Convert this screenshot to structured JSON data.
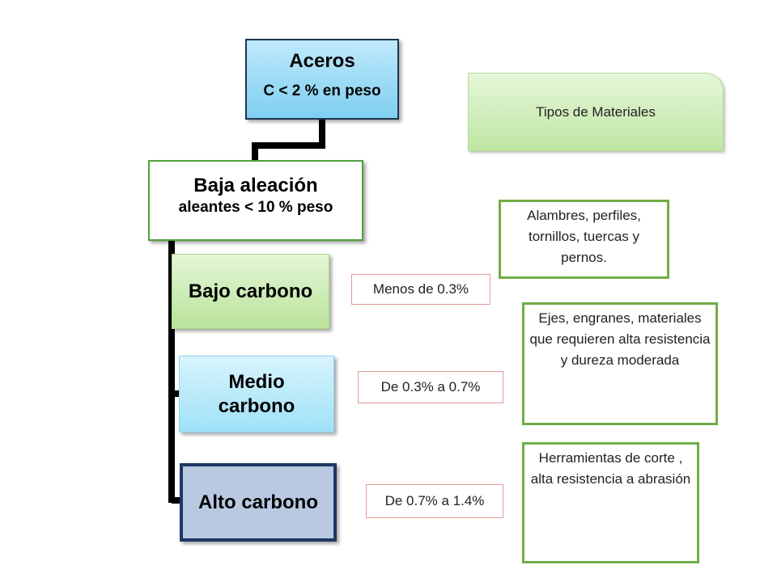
{
  "root": {
    "title": "Aceros",
    "subtitle": "C < 2 % en peso"
  },
  "level2": {
    "title": "Baja aleación",
    "subtitle": "aleantes < 10 % peso"
  },
  "children": [
    {
      "label": "Bajo carbono",
      "range": "Menos de 0.3%",
      "uses": "Alambres, perfiles, tornillos, tuercas y pernos."
    },
    {
      "label": "Medio carbono",
      "range": "De  0.3% a 0.7%",
      "uses": "Ejes, engranes, materiales que requieren alta resistencia y dureza moderada"
    },
    {
      "label": "Alto carbono",
      "range": "De 0.7% a 1.4%",
      "uses": "Herramientas de corte , alta resistencia  a abrasión"
    }
  ],
  "tag": "Tipos de Materiales",
  "colors": {
    "connector": "#000000",
    "root_fill": "#8fd6f3",
    "alto_border": "#1f3864",
    "green_border": "#70ad47",
    "red_border": "#e39b97"
  }
}
